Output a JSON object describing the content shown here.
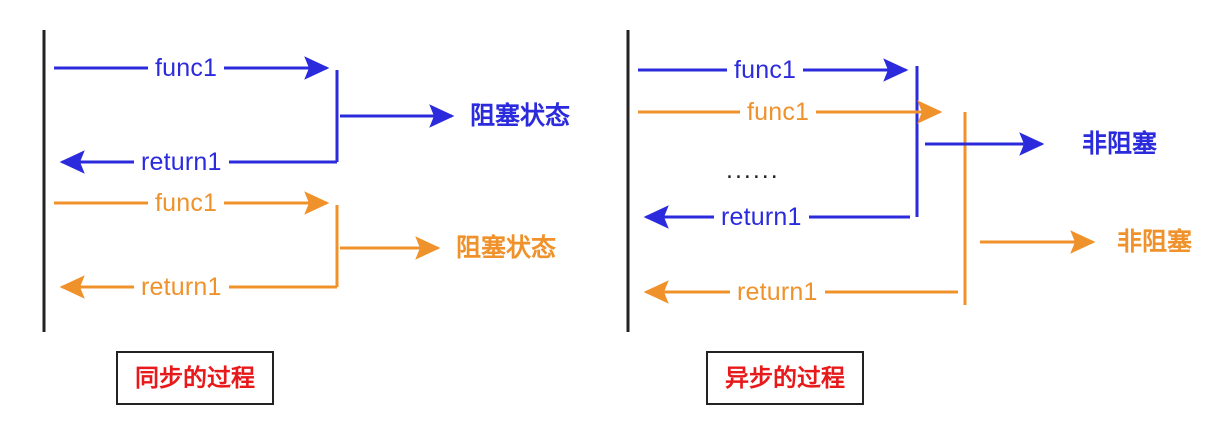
{
  "colors": {
    "blue": "#2b2bdd",
    "orange": "#f0922b",
    "red": "#e8191b",
    "black": "#222222",
    "background": "#ffffff"
  },
  "panels": [
    {
      "id": "synchronous",
      "caption": "同步的过程",
      "messages": [
        {
          "label": "func1",
          "color": "blue",
          "direction": "right"
        },
        {
          "label": "return1",
          "color": "blue",
          "direction": "left"
        },
        {
          "label": "func1",
          "color": "orange",
          "direction": "right"
        },
        {
          "label": "return1",
          "color": "orange",
          "direction": "left"
        }
      ],
      "states": [
        {
          "label": "阻塞状态",
          "color": "blue"
        },
        {
          "label": "阻塞状态",
          "color": "orange"
        }
      ]
    },
    {
      "id": "asynchronous",
      "caption": "异步的过程",
      "messages": [
        {
          "label": "func1",
          "color": "blue",
          "direction": "right"
        },
        {
          "label": "func1",
          "color": "orange",
          "direction": "right"
        },
        {
          "label": "......",
          "color": "black",
          "direction": "none"
        },
        {
          "label": "return1",
          "color": "blue",
          "direction": "left"
        },
        {
          "label": "return1",
          "color": "orange",
          "direction": "left"
        }
      ],
      "states": [
        {
          "label": "非阻塞",
          "color": "blue"
        },
        {
          "label": "非阻塞",
          "color": "orange"
        }
      ]
    }
  ],
  "left_panel": {
    "caption": "同步的过程",
    "msg_func1_blue": "func1",
    "msg_return1_blue": "return1",
    "msg_func1_orange": "func1",
    "msg_return1_orange": "return1",
    "state_blue": "阻塞状态",
    "state_orange": "阻塞状态"
  },
  "right_panel": {
    "caption": "异步的过程",
    "msg_func1_blue": "func1",
    "msg_func1_orange": "func1",
    "ellipsis": "......",
    "msg_return1_blue": "return1",
    "msg_return1_orange": "return1",
    "state_blue": "非阻塞",
    "state_orange": "非阻塞"
  }
}
